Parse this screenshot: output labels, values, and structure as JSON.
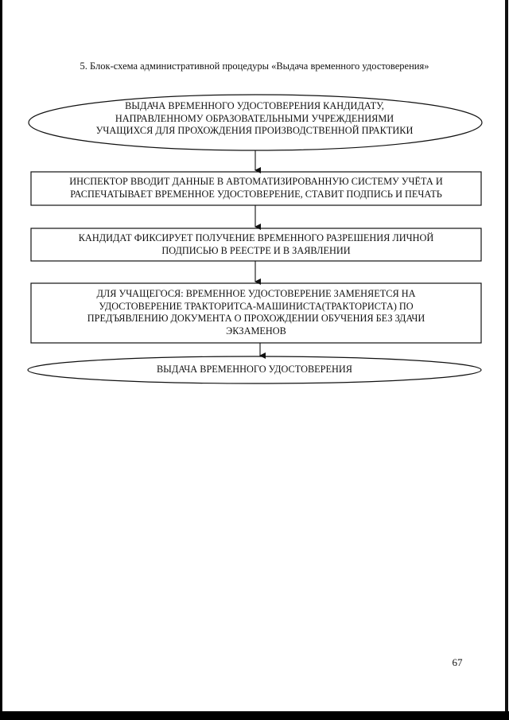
{
  "document": {
    "heading": "5. Блок-схема административной процедуры «Выдача временного удостоверения»",
    "page_number": "67"
  },
  "flowchart": {
    "step1": "ВЫДАЧА ВРЕМЕННОГО УДОСТОВЕРЕНИЯ  КАНДИДАТУ, НАПРАВЛЕННОМУ ОБРАЗОВАТЕЛЬНЫМИ УЧРЕЖДЕНИЯМИ УЧАЩИХСЯ ДЛЯ ПРОХОЖДЕНИЯ ПРОИЗВОДСТВЕННОЙ ПРАКТИКИ",
    "step2": "ИНСПЕКТОР ВВОДИТ ДАННЫЕ В АВТОМАТИЗИРОВАННУЮ СИСТЕМУ УЧЁТА И РАСПЕЧАТЫВАЕТ ВРЕМЕННОЕ УДОСТОВЕРЕНИЕ, СТАВИТ ПОДПИСЬ И ПЕЧАТЬ",
    "step3": "КАНДИДАТ ФИКСИРУЕТ ПОЛУЧЕНИЕ ВРЕМЕННОГО РАЗРЕШЕНИЯ ЛИЧНОЙ ПОДПИСЬЮ В РЕЕСТРЕ И В ЗАЯВЛЕНИИ",
    "step4": "ДЛЯ УЧАЩЕГОСЯ: ВРЕМЕННОЕ УДОСТОВЕРЕНИЕ ЗАМЕНЯЕТСЯ НА УДОСТОВЕРЕНИЕ ТРАКТОРИТСА-МАШИНИСТА(ТРАКТОРИСТА) ПО ПРЕДЪЯВЛЕНИЮ ДОКУМЕНТА О ПРОХОЖДЕНИИ ОБУЧЕНИЯ БЕЗ ЗДАЧИ ЭКЗАМЕНОВ",
    "step5": "ВЫДАЧА ВРЕМЕННОГО УДОСТОВЕРЕНИЯ"
  }
}
